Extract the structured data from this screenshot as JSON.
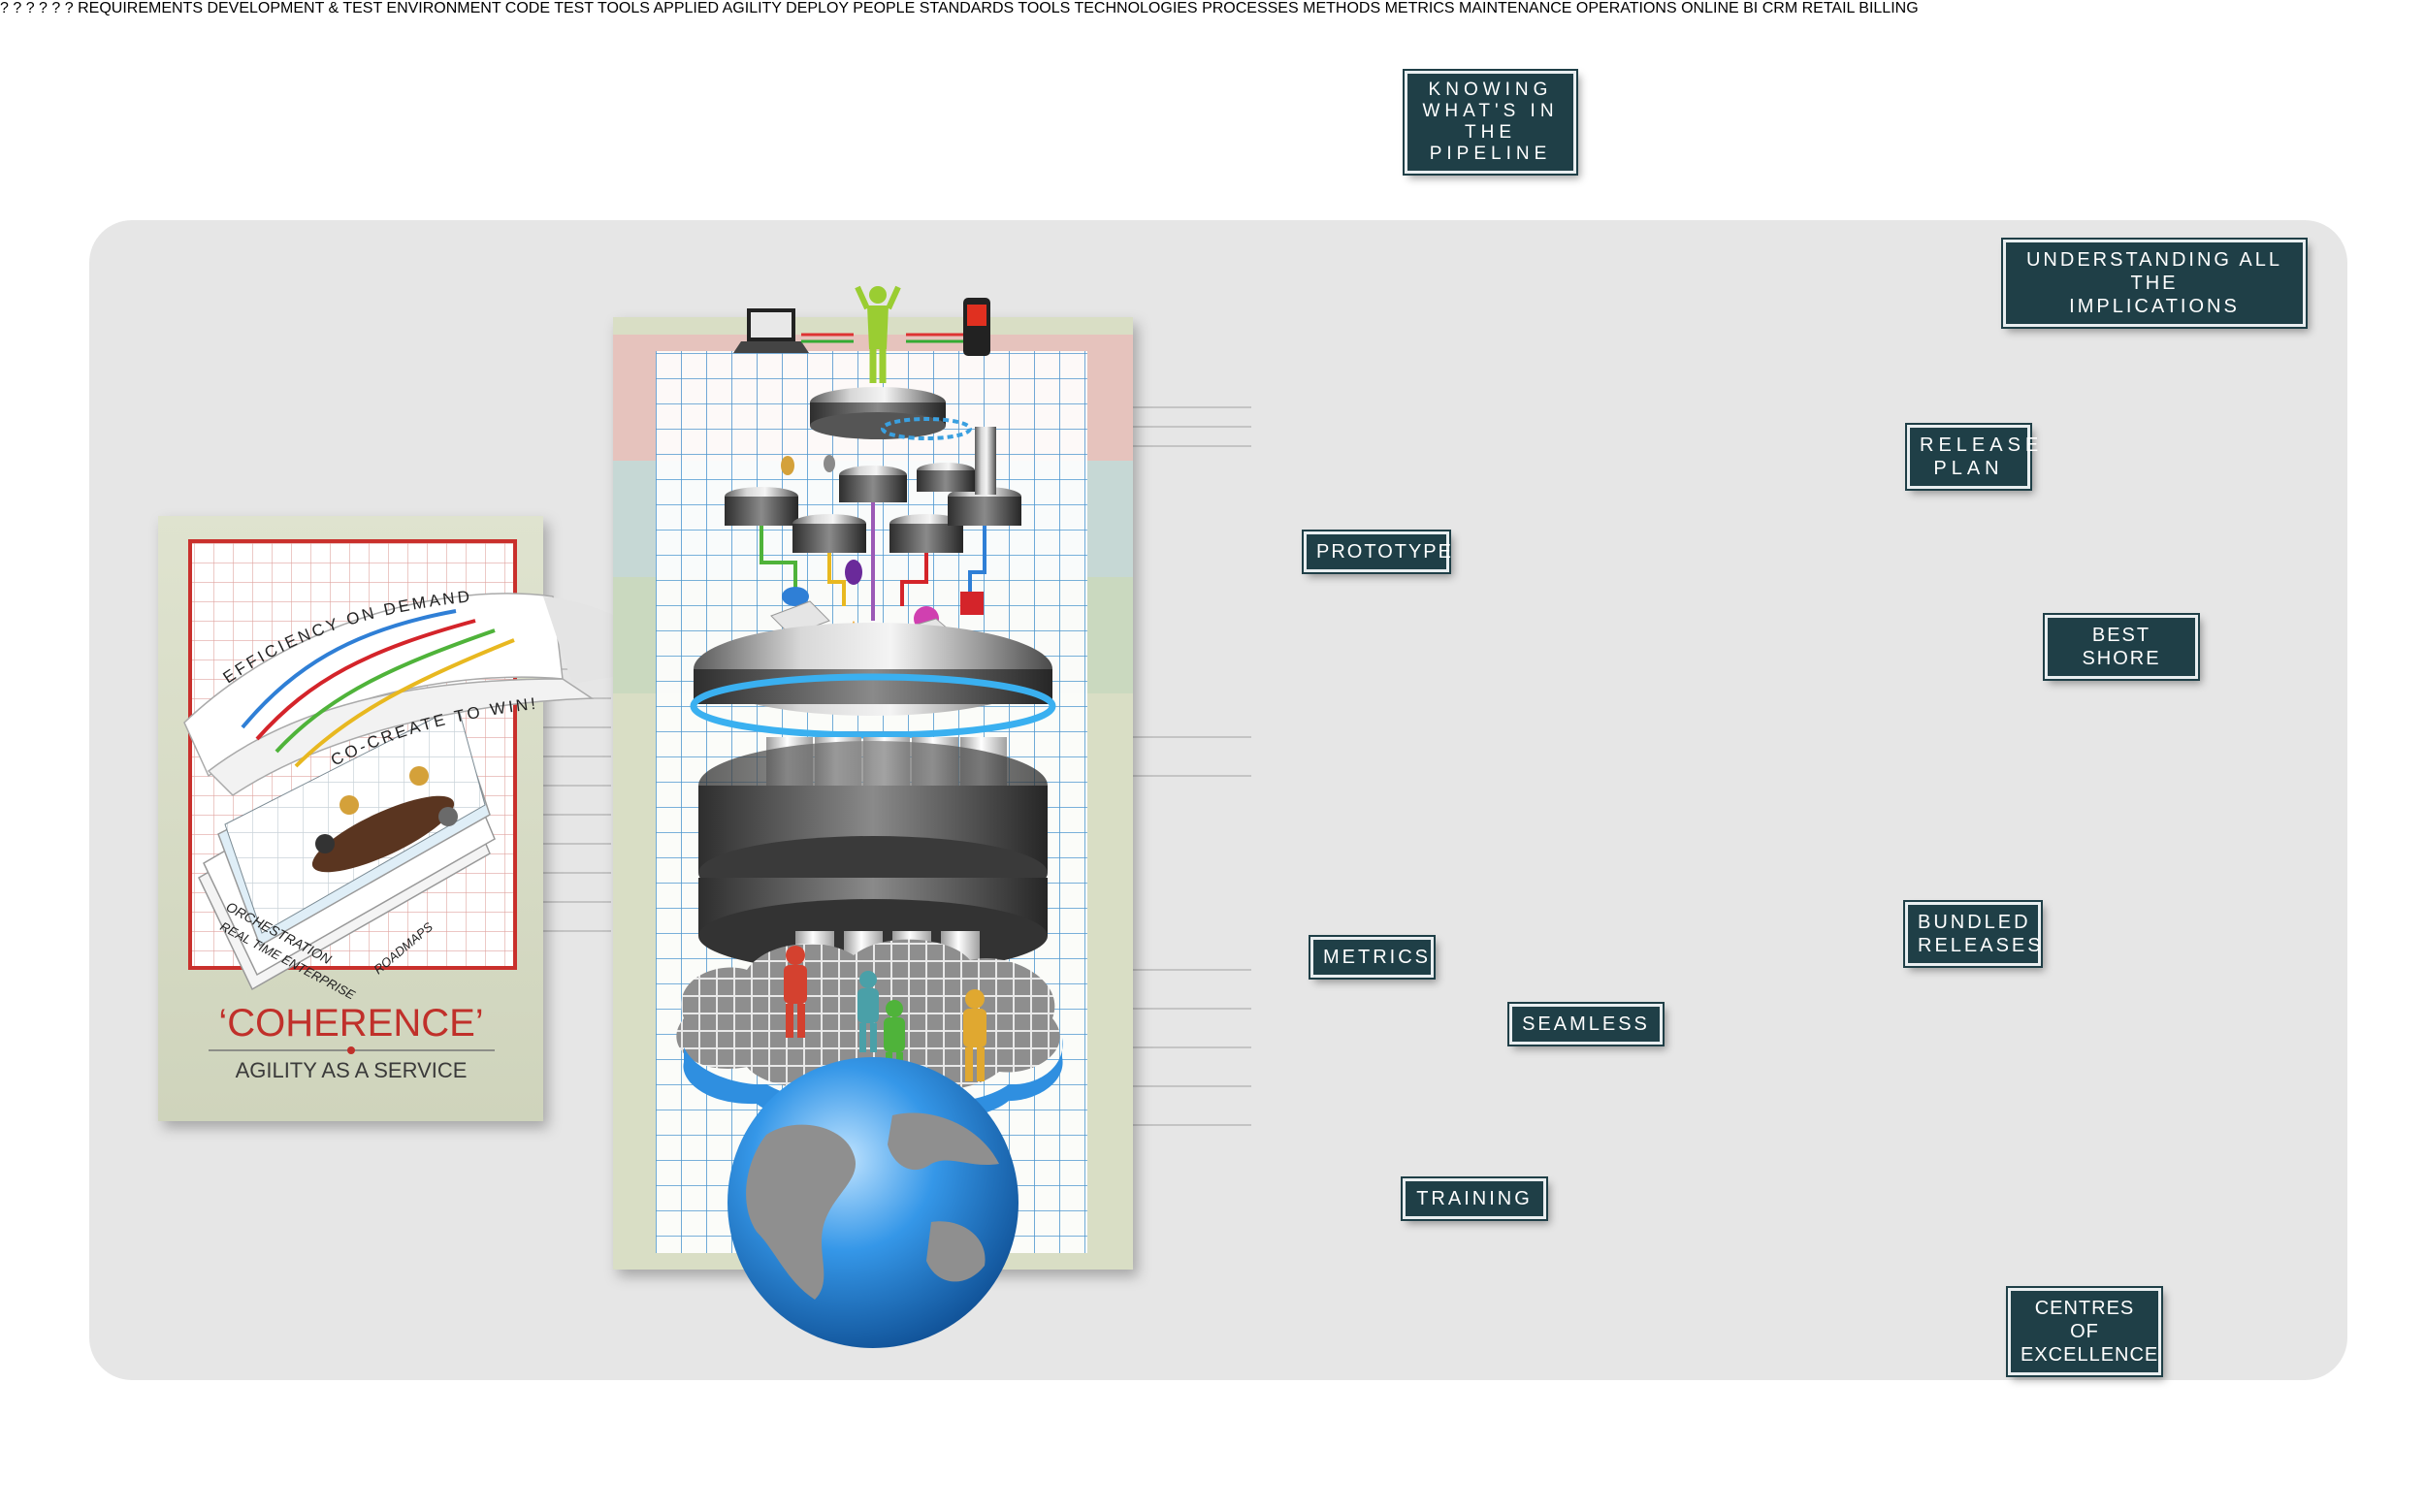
{
  "left_card": {
    "title": "‘COHERENCE’",
    "subtitle": "AGILITY AS A SERVICE",
    "curve_labels": [
      "EFFICIENCY ON DEMAND",
      "CO-CREATE TO WIN!"
    ],
    "stack_labels": [
      "ORCHESTRATION",
      "REAL TIME ENTERPRISE",
      "ROADMAPS"
    ]
  },
  "center_stack": {
    "pillars": [
      "ONLINE",
      "BI",
      "CRM",
      "RETAIL",
      "BILLING"
    ],
    "disc_labels": [
      "MAINTENANCE",
      "OPERATIONS"
    ]
  },
  "pipeline": {
    "callout": "KNOWING\nWHAT'S IN THE\nPIPELINE",
    "question_marks": "? ? ? ? ?"
  },
  "right_panel": {
    "requirements": "REQUIREMENTS",
    "understanding": "UNDERSTANDING ALL THE\nIMPLICATIONS",
    "release_plan": "RELEASE\nPLAN",
    "prototype": "PROTOTYPE",
    "dev_test_env": "DEVELOPMENT & TEST ENVIRONMENT",
    "best_shore": "BEST SHORE",
    "standards": "STANDARDS",
    "env_items": [
      "TOOLS",
      "TECHNOLOGIES",
      "PROCESSES",
      "METHODS",
      "METRICS"
    ],
    "code": "CODE",
    "test": "TEST",
    "tools_bar": "TOOLS",
    "applied": "APPLIED",
    "agility": "AGILITY",
    "metrics": "METRICS",
    "bundled_releases": "BUNDLED\nRELEASES",
    "seamless": "SEAMLESS",
    "deploy": "DEPLOY",
    "training": "TRAINING",
    "centres_of_excellence": "CENTRES OF\nEXCELLENCE",
    "people": "PEOPLE"
  },
  "colors": {
    "label_bg": "#1f3f47",
    "code_red": "#c8201e",
    "test_blue": "#1f7be0",
    "tools_green": "#5fb52f",
    "globe_blue": "#2f8fe0",
    "pipeline_orange": "#d9661a"
  }
}
